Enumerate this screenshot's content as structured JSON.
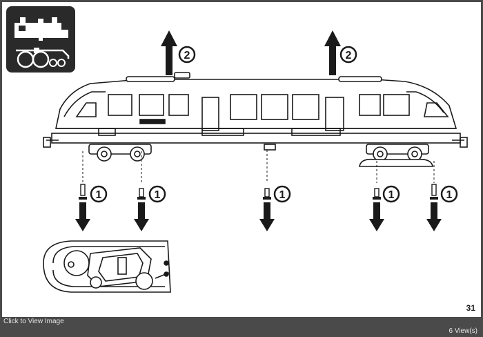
{
  "page": {
    "page_number": "31",
    "callouts": {
      "remove_screws": "1",
      "lift_body": "2"
    }
  },
  "viewer": {
    "caption": "Click to View Image",
    "views": "6 View(s)"
  },
  "icons": {
    "locomotive": "locomotive-disassembly-icon",
    "screw": "screw-icon",
    "arrow_down": "arrow-down-icon",
    "arrow_up": "arrow-up-icon"
  },
  "colors": {
    "frame": "#4a4a4a",
    "page": "#ffffff",
    "ink": "#1a1a1a",
    "caption_text": "#e6e6e6"
  }
}
